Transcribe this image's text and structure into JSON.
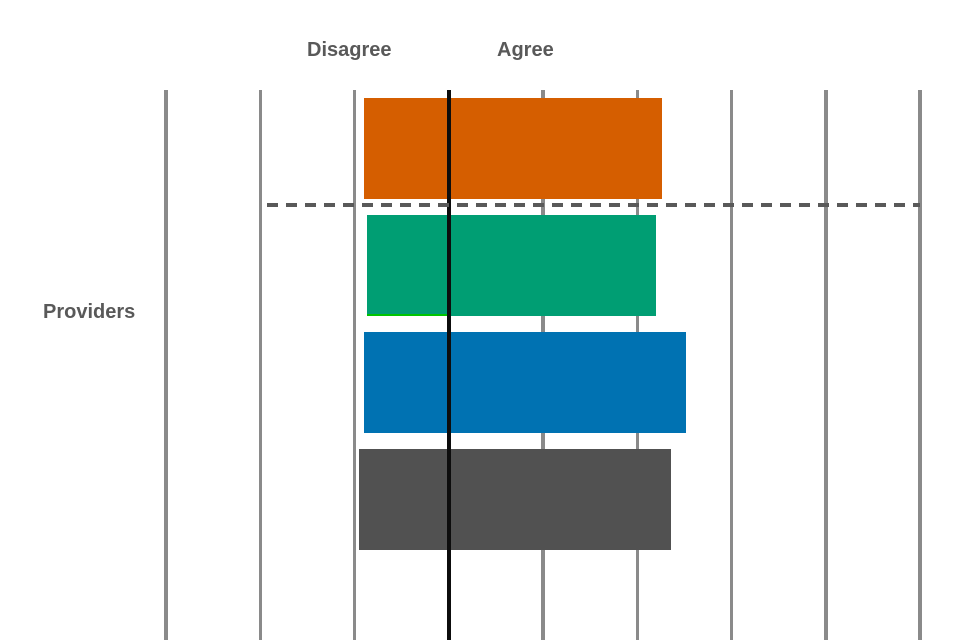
{
  "labels": {
    "disagree": "Disagree",
    "agree": "Agree",
    "providers": "Providers"
  },
  "colors": {
    "background": "#ffffff",
    "bar_orange": "#D55E00",
    "bar_green": "#009E73",
    "bar_blue": "#0072B2",
    "bar_gray": "#515151",
    "gridline": "#8A8A8A",
    "dashed_line": "#595959",
    "axis_line": "#0D0D0D",
    "label_text": "#595959",
    "green_underline": "#00C400"
  },
  "chart_data": {
    "type": "bar",
    "orientation": "horizontal",
    "diverging": true,
    "title": "",
    "category_axis_label": "Providers",
    "negative_side_label": "Disagree",
    "positive_side_label": "Agree",
    "categories": [
      "",
      "",
      "",
      ""
    ],
    "series": [
      {
        "name": "Disagree",
        "values": [
          -9.0,
          -8.7,
          -9.0,
          -9.5
        ]
      },
      {
        "name": "Agree",
        "values": [
          22.6,
          22.0,
          25.2,
          23.6
        ]
      }
    ],
    "bar_color_keys": [
      "bar_orange",
      "bar_green",
      "bar_blue",
      "bar_gray"
    ],
    "xlim": [
      -30,
      50
    ],
    "gridlines_x": [
      -30,
      -20,
      -10,
      0,
      10,
      20,
      30,
      40,
      50
    ],
    "value_tick_labels_visible": false,
    "grid": true,
    "legend_position": "none",
    "separator_dashed_line_after_row": 0,
    "underline_highlight": {
      "row_index": 1,
      "side": "negative"
    }
  }
}
